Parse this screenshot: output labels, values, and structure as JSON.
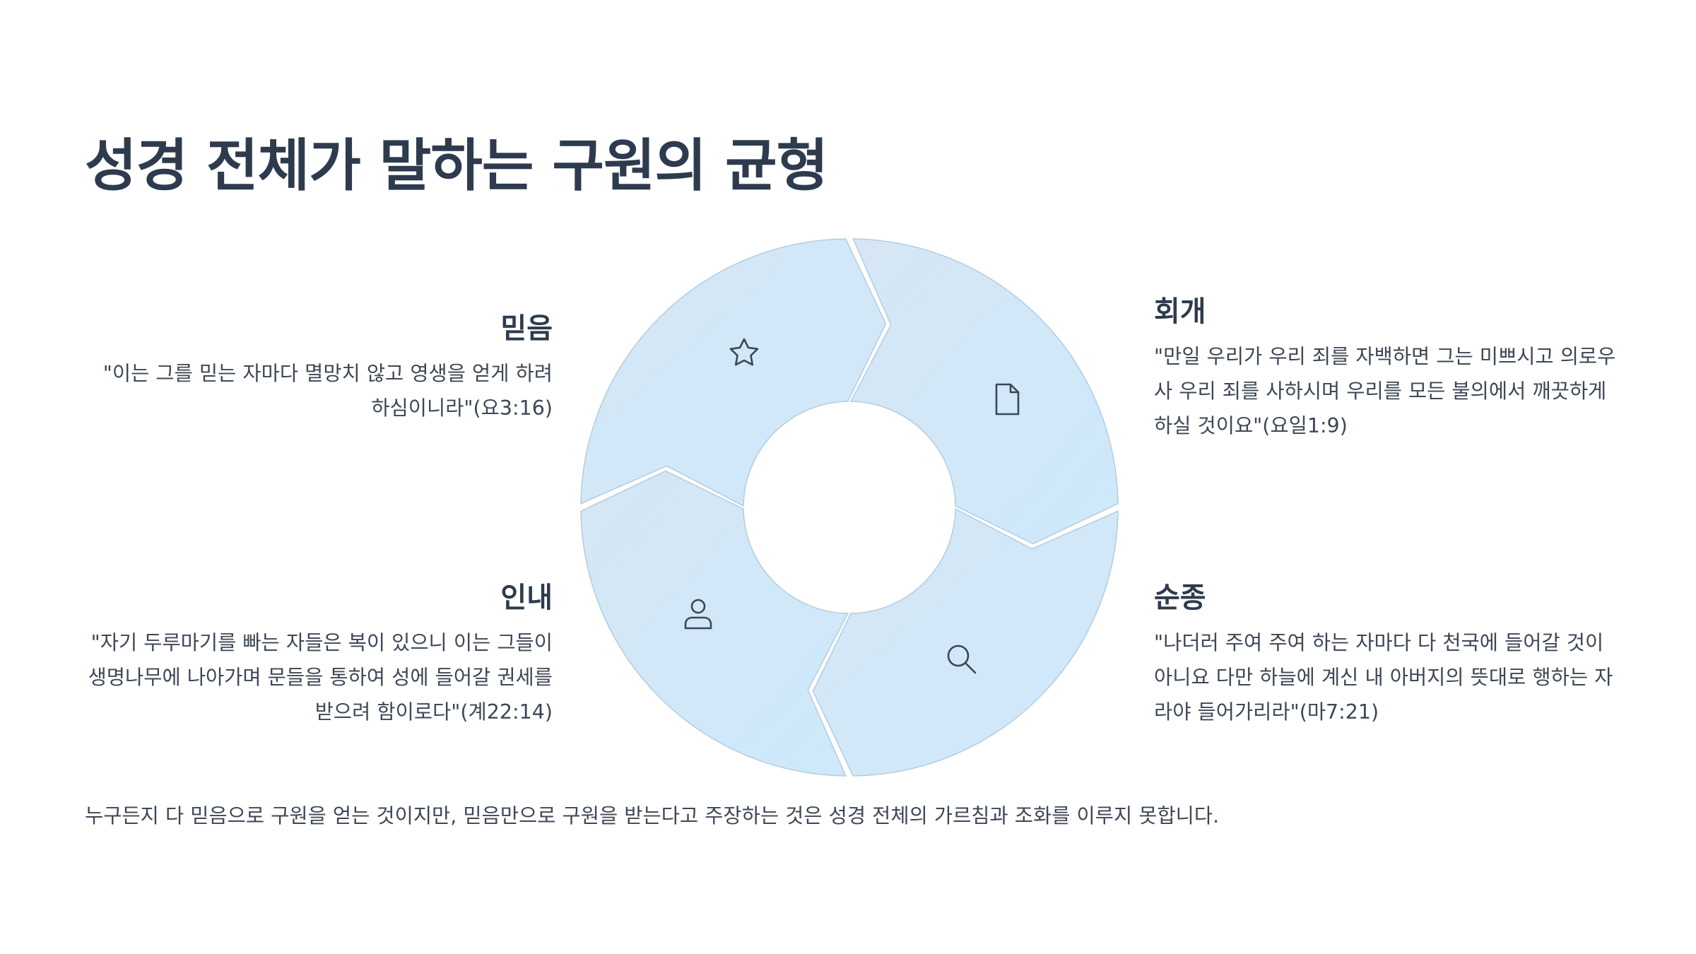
{
  "slide": {
    "title": "성경 전체가 말하는 구원의 균형",
    "footer": "누구든지 다 믿음으로 구원을 얻는 것이지만, 믿음만으로 구원을 받는다고 주장하는 것은 성경 전체의 가르침과 조화를 이루지 못합니다."
  },
  "cycle": {
    "colors": {
      "fill_light": "#d6e6f4",
      "fill_bright": "#cde9fb",
      "stroke": "#b4cce0",
      "icon": "#3a4656"
    },
    "segments": [
      {
        "id": "faith",
        "label": "믿음",
        "quote": "\"이는 그를 믿는 자마다 멸망치 않고 영생을 얻게 하려 하심이니라\"(요3:16)",
        "icon": "star-icon"
      },
      {
        "id": "repentance",
        "label": "회개",
        "quote": "\"만일 우리가 우리 죄를 자백하면 그는 미쁘시고 의로우사 우리 죄를 사하시며 우리를 모든 불의에서 깨끗하게 하실 것이요\"(요일1:9)",
        "icon": "document-icon"
      },
      {
        "id": "obedience",
        "label": "순종",
        "quote": "\"나더러 주여 주여 하는 자마다 다 천국에 들어갈 것이 아니요 다만 하늘에 계신 내 아버지의 뜻대로 행하는 자라야 들어가리라\"(마7:21)",
        "icon": "search-icon"
      },
      {
        "id": "perseverance",
        "label": "인내",
        "quote": "\"자기 두루마기를 빠는 자들은 복이 있으니 이는 그들이 생명나무에 나아가며 문들을 통하여 성에 들어갈 권세를 받으려 함이로다\"(계22:14)",
        "icon": "user-icon"
      }
    ]
  }
}
